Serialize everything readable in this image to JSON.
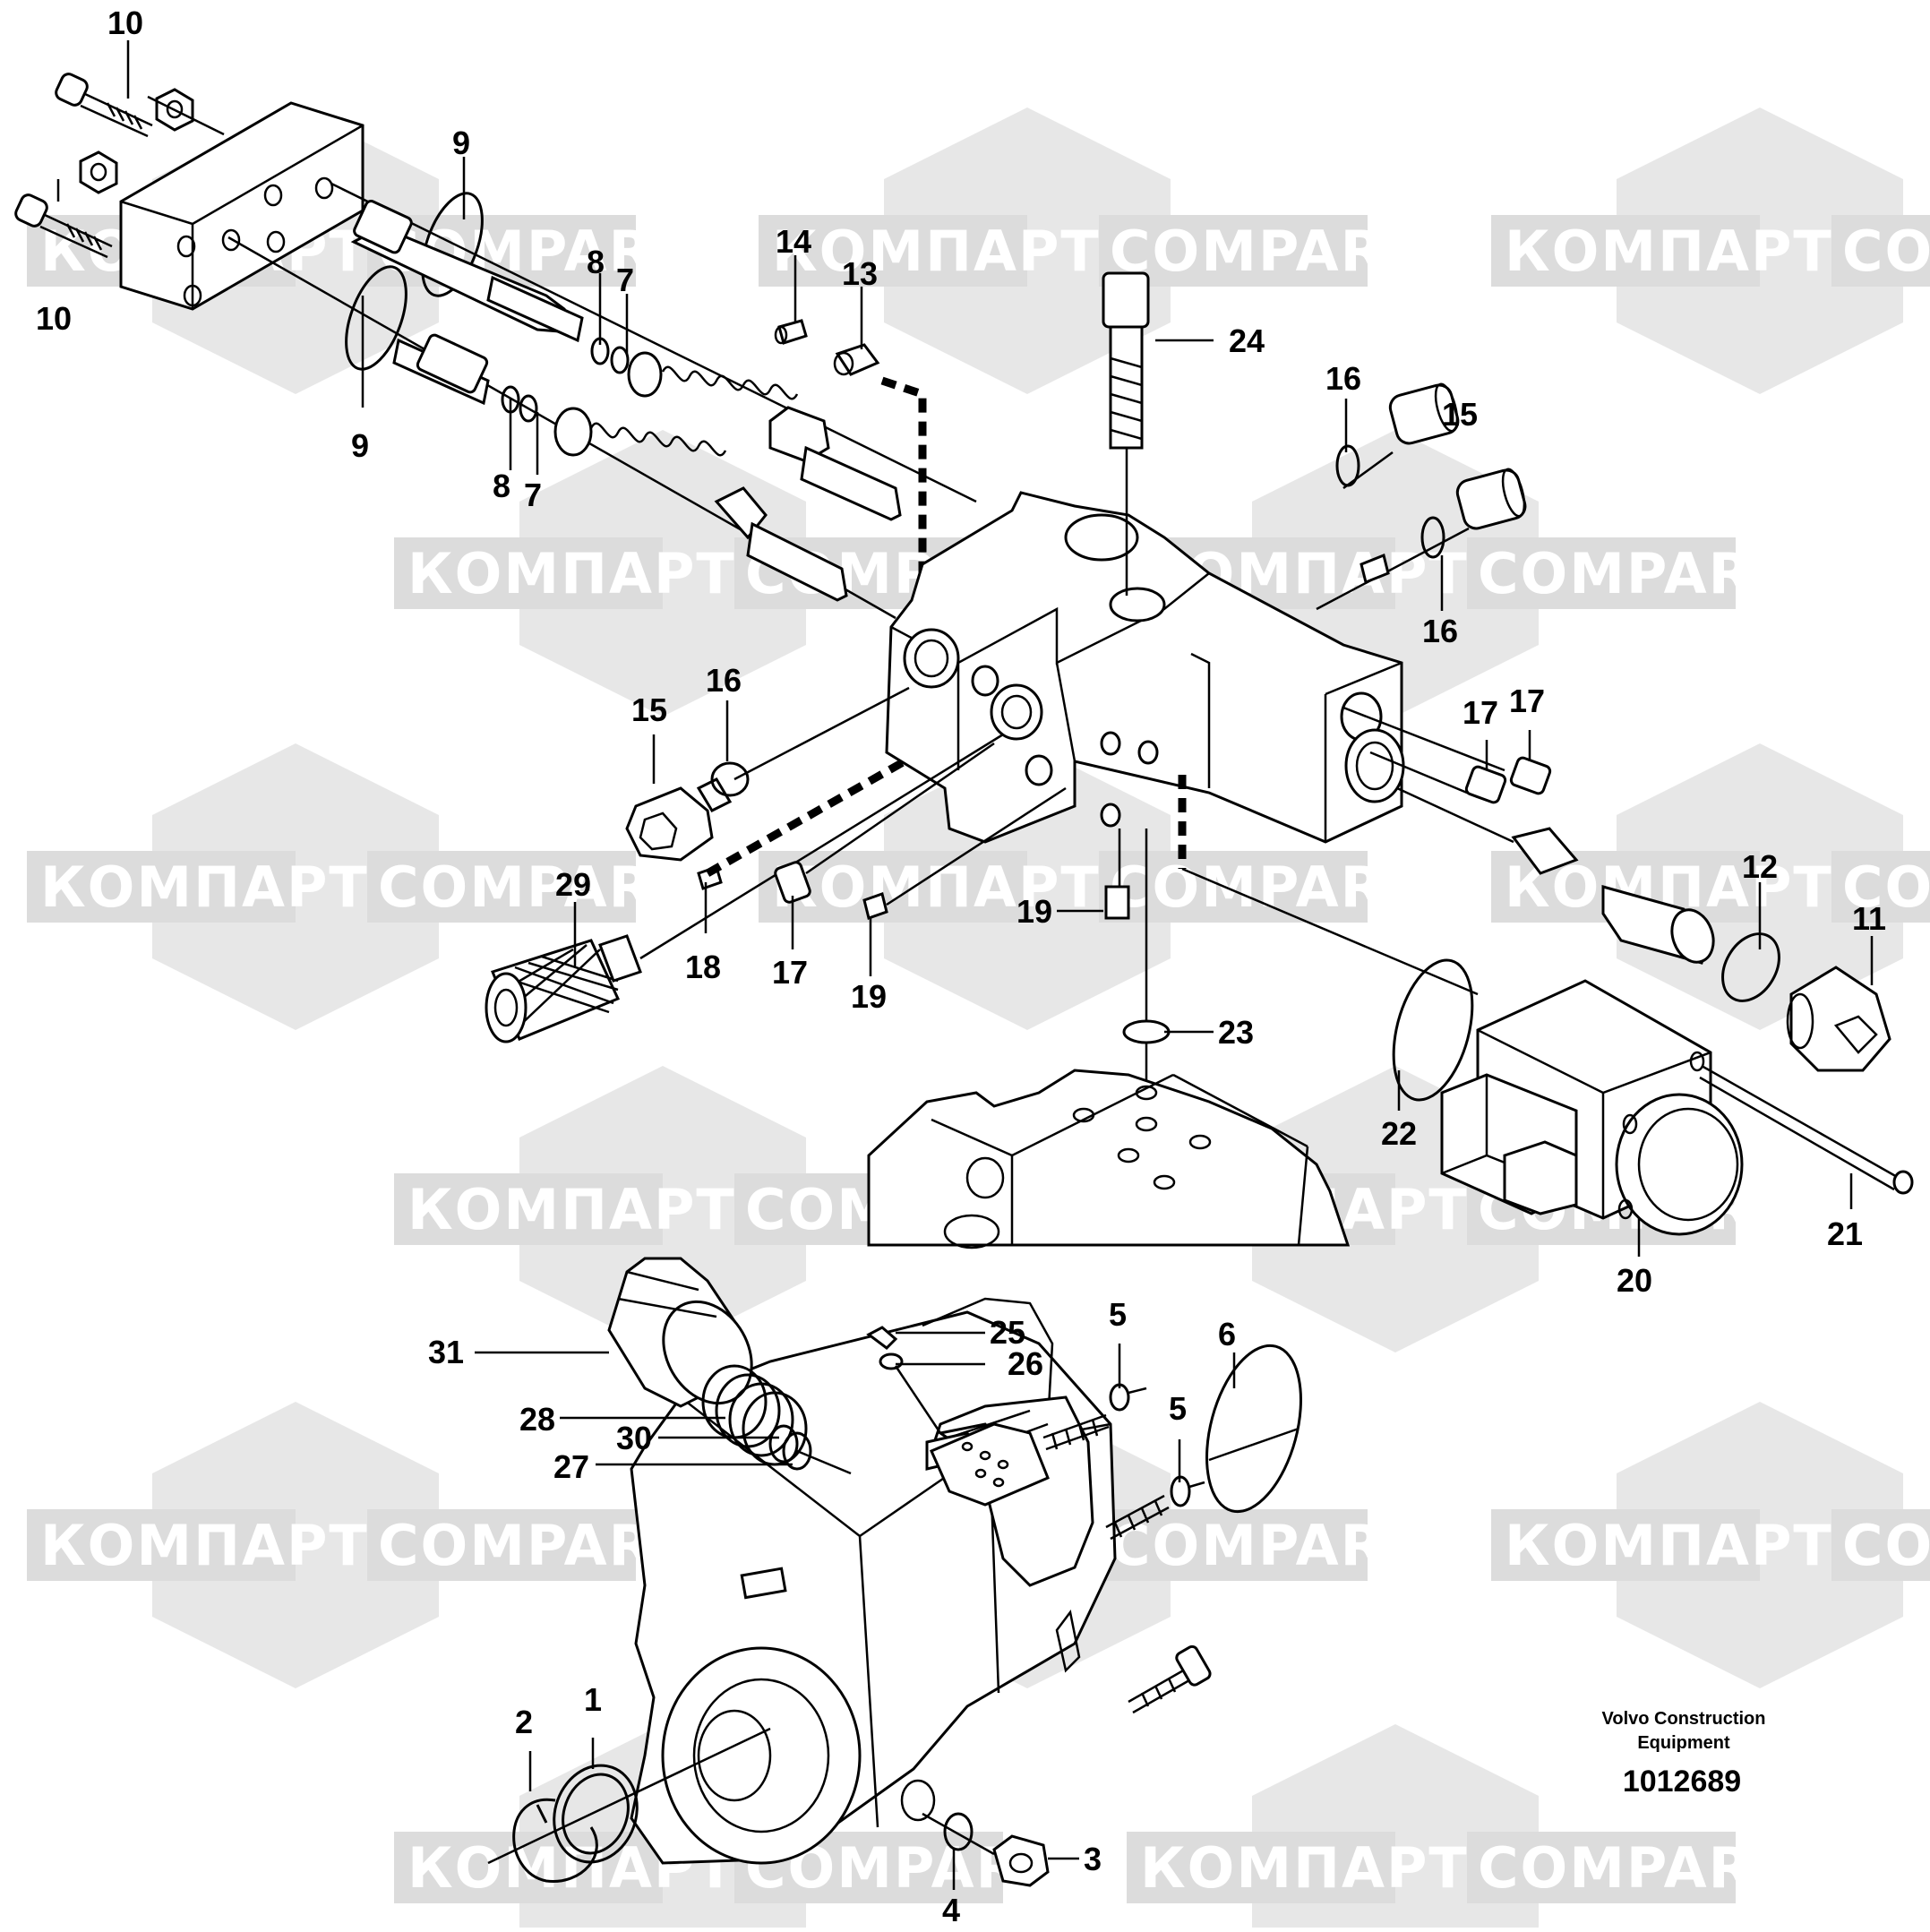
{
  "watermark": {
    "brand_cyrillic": "КОМПАРТ",
    "brand_latin": "COMPART"
  },
  "footer": {
    "manufacturer_line1": "Volvo Construction",
    "manufacturer_line2": "Equipment",
    "drawing_number": "1012689"
  },
  "callouts": {
    "c10a": "10",
    "c10b": "10",
    "c9a": "9",
    "c9b": "9",
    "c8a": "8",
    "c8b": "8",
    "c7a": "7",
    "c7b": "7",
    "c14": "14",
    "c13": "13",
    "c24": "24",
    "c16a": "16",
    "c16b": "16",
    "c16c": "16",
    "c15a": "15",
    "c15b": "15",
    "c17a": "17",
    "c17b": "17",
    "c17c": "17",
    "c12": "12",
    "c11": "11",
    "c29": "29",
    "c18": "18",
    "c19a": "19",
    "c19b": "19",
    "c23": "23",
    "c22": "22",
    "c21": "21",
    "c20": "20",
    "c31": "31",
    "c28": "28",
    "c30": "30",
    "c27": "27",
    "c25": "25",
    "c26": "26",
    "c5a": "5",
    "c5b": "5",
    "c6": "6",
    "c2": "2",
    "c1": "1",
    "c3": "3",
    "c4": "4"
  }
}
